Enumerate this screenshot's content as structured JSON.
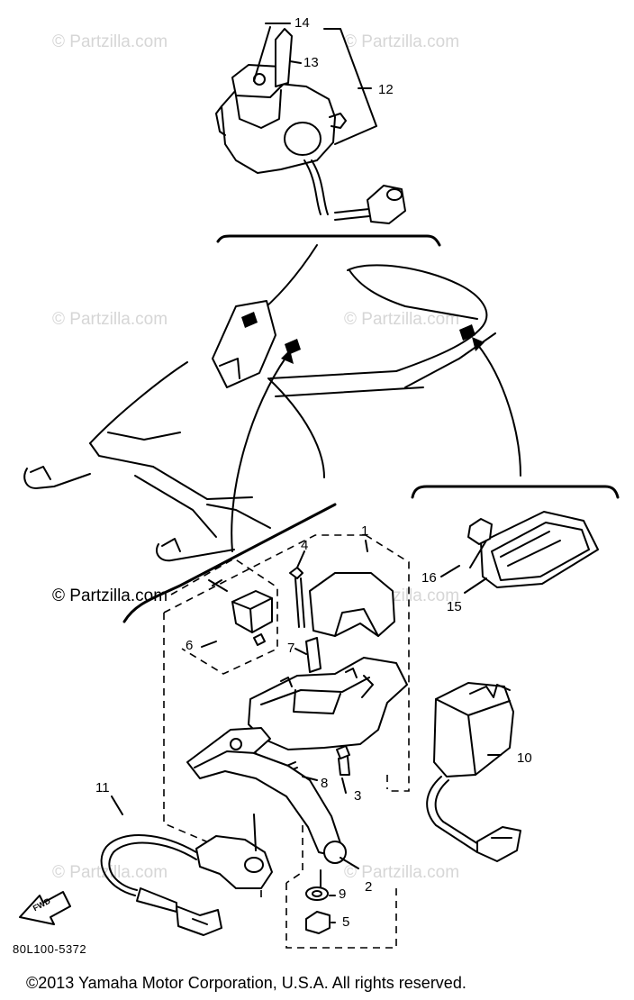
{
  "watermarks": {
    "text": "© Partzilla.com",
    "prominent_text": "© Partzilla.com"
  },
  "callouts": {
    "c1": "1",
    "c2": "2",
    "c3": "3",
    "c4": "4",
    "c5": "5",
    "c6": "6",
    "c7": "7",
    "c8": "8",
    "c9": "9",
    "c10": "10",
    "c11": "11",
    "c12": "12",
    "c13": "13",
    "c14": "14",
    "c15": "15",
    "c16": "16"
  },
  "front_badge": "FWD",
  "part_code": "80L100-5372",
  "copyright": "©2013  Yamaha Motor Corporation, U.S.A. All rights reserved."
}
